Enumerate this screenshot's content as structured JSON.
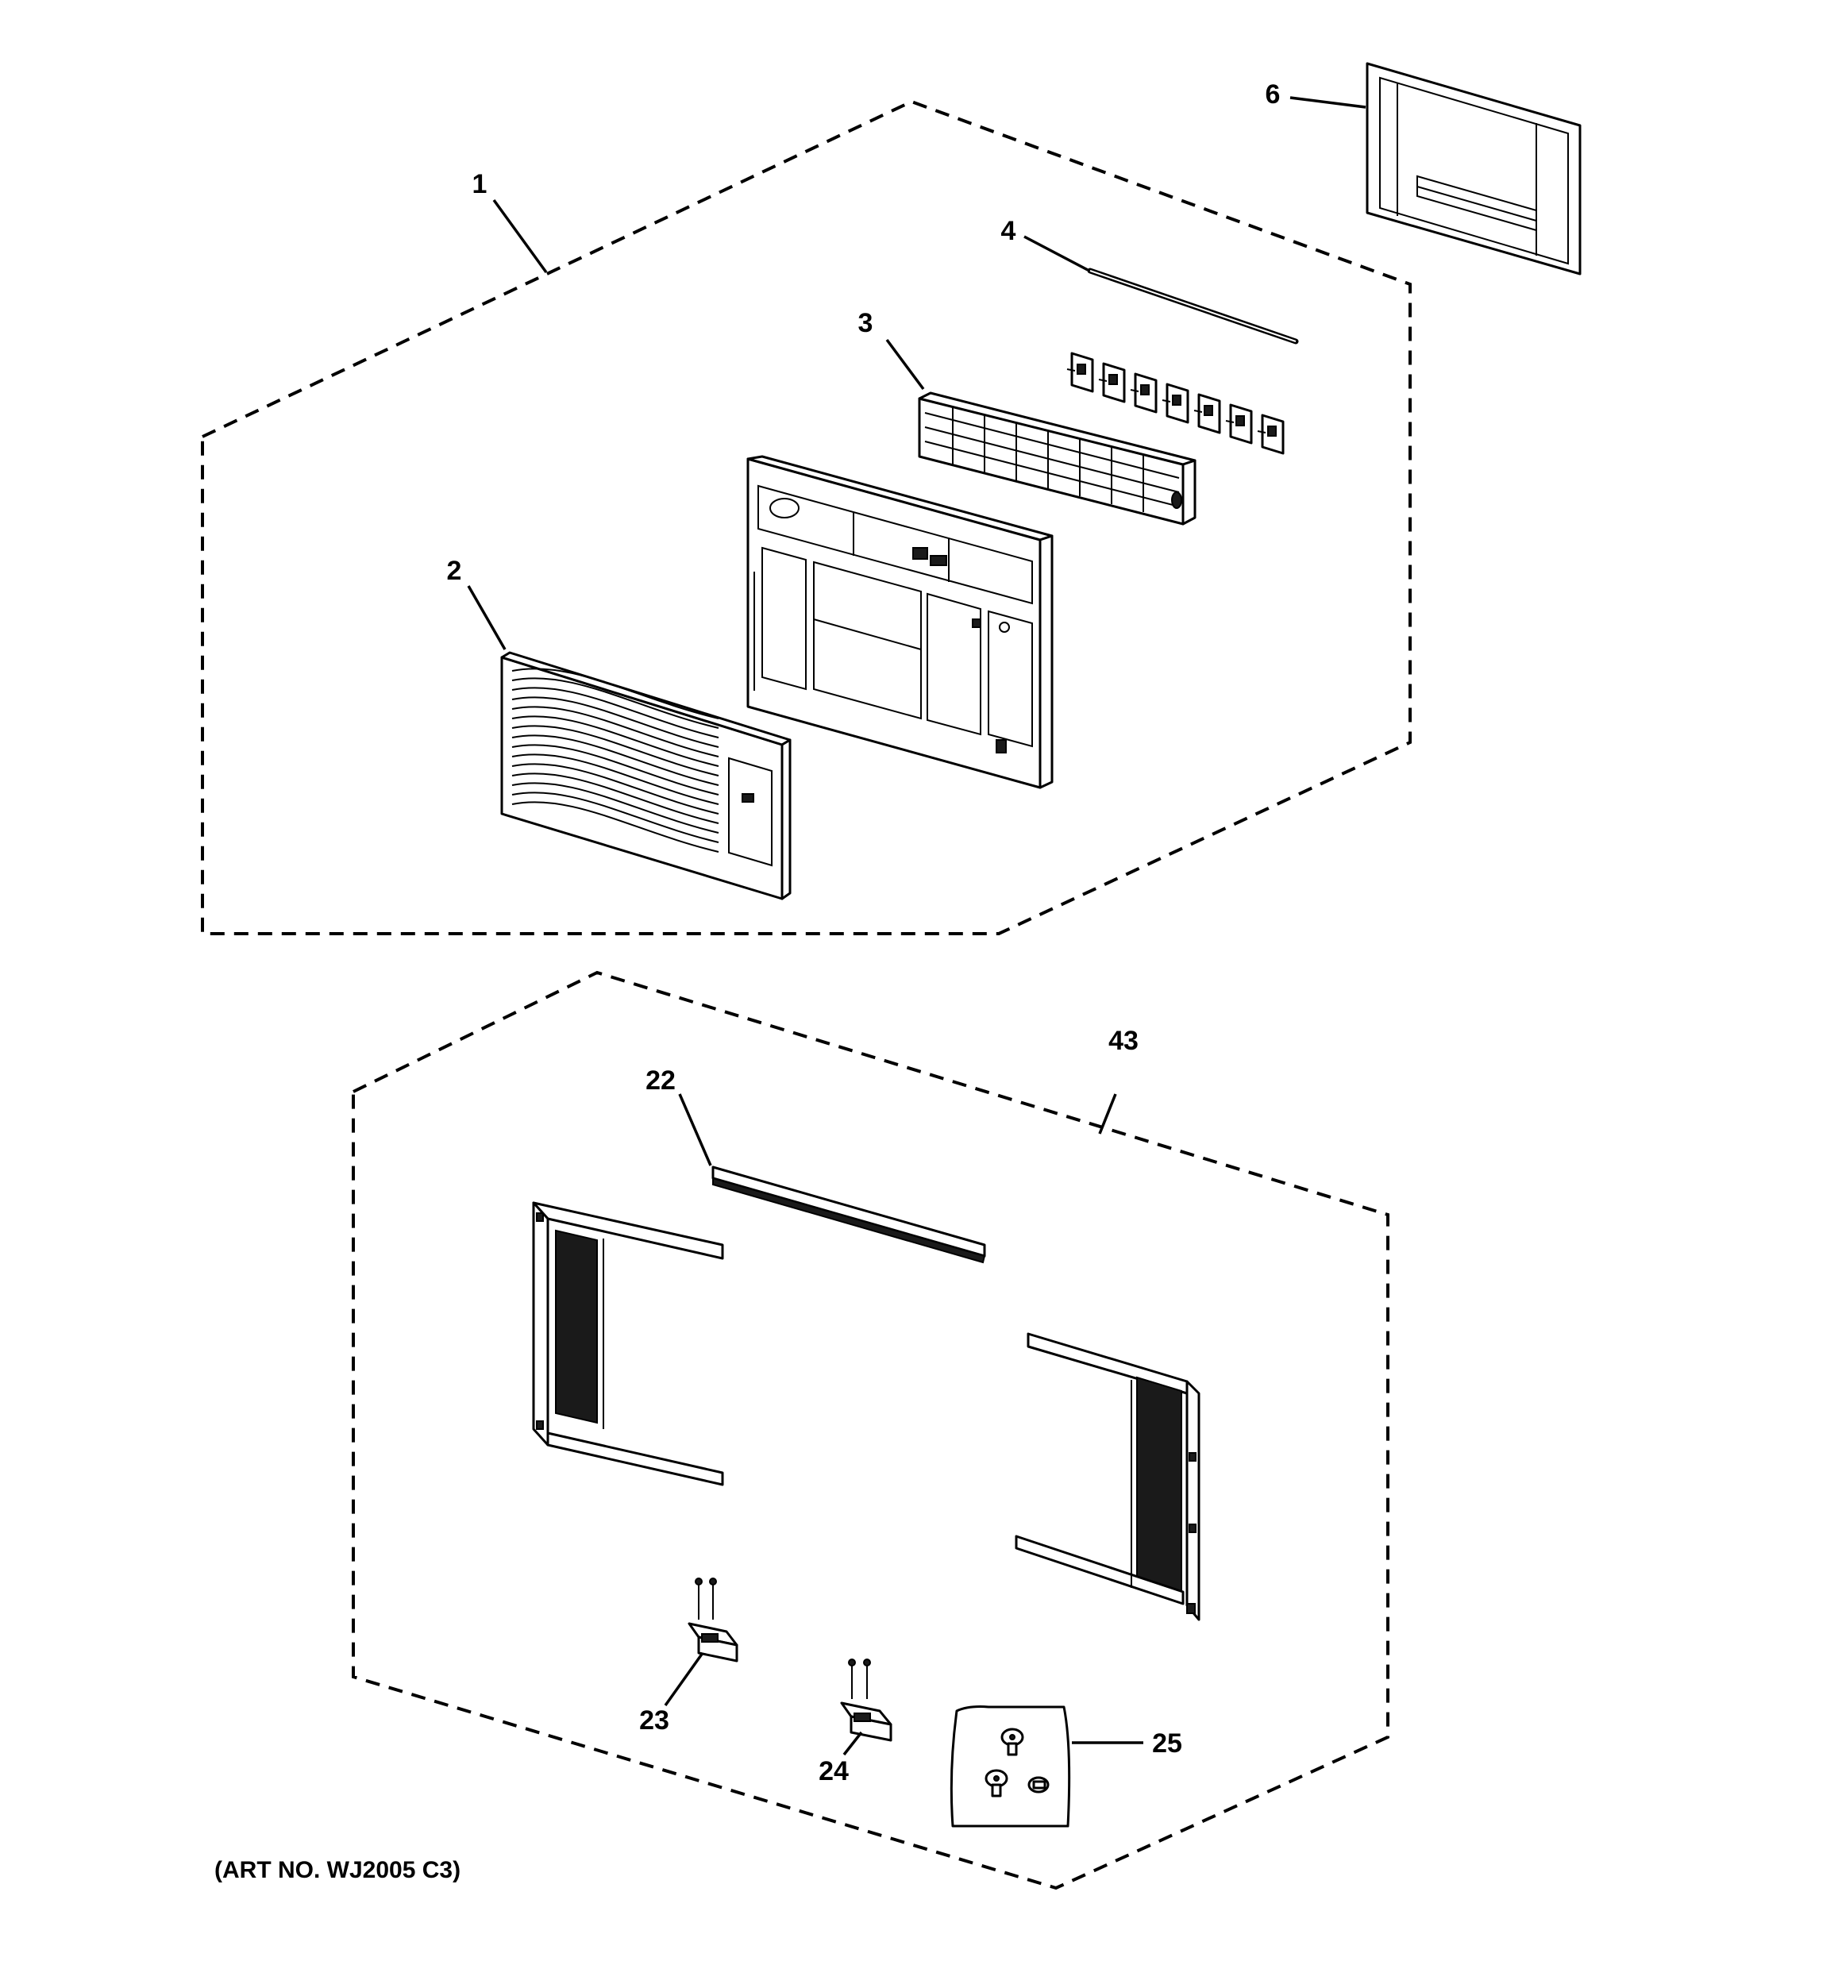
{
  "callouts": {
    "c1": "1",
    "c2": "2",
    "c3": "3",
    "c4": "4",
    "c6": "6",
    "c22": "22",
    "c23": "23",
    "c24": "24",
    "c25": "25",
    "c43": "43"
  },
  "caption": "(ART NO. WJ2005 C3)"
}
